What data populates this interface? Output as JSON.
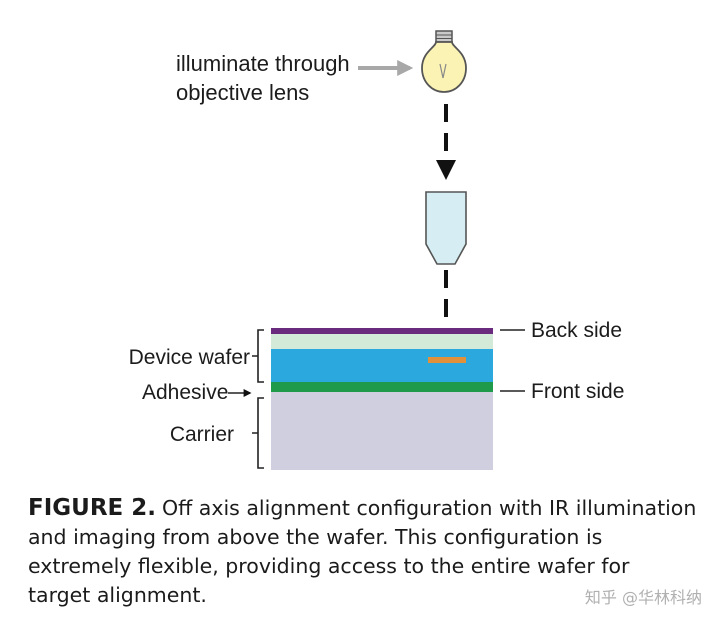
{
  "illumination": {
    "line1": "illuminate through",
    "line2": "objective lens"
  },
  "labels": {
    "back_side": "Back side",
    "device_wafer": "Device wafer",
    "adhesive": "Adhesive",
    "front_side": "Front side",
    "carrier": "Carrier"
  },
  "caption": {
    "figure_label": "FIGURE 2.",
    "text": "Off axis alignment configuration with IR illumination and imaging from above the wafer. This configuration is extremely flexible, providing access to the entire wafer for target alignment."
  },
  "watermark": "知乎 @华林科纳",
  "icons": [
    "light-bulb-icon",
    "objective-lens-icon"
  ],
  "colors": {
    "back_side_layer": "#6a2a7e",
    "device_wafer_top": "#d3ead8",
    "device_wafer": "#2ba8de",
    "alignment_target": "#e0913a",
    "adhesive_layer": "#1f9a4a",
    "carrier": "#cfcfdf",
    "lens": "#d6eef3",
    "bulb": "#fbf3b4"
  }
}
